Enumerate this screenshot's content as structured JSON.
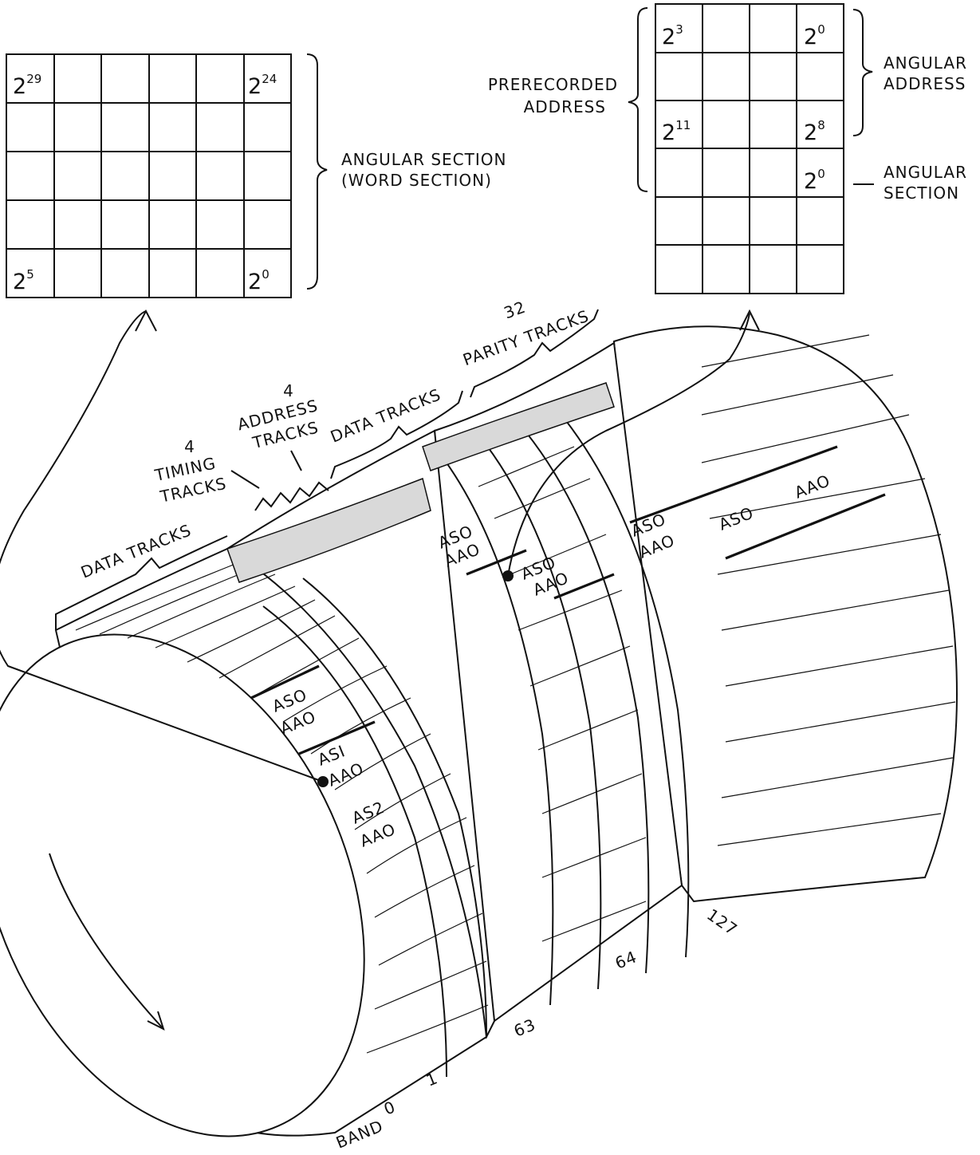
{
  "word_grid": {
    "cells": {
      "top_left_base": "2",
      "top_left_exp": "29",
      "top_right_base": "2",
      "top_right_exp": "24",
      "bottom_left_base": "2",
      "bottom_left_exp": "5",
      "bottom_right_base": "2",
      "bottom_right_exp": "0"
    },
    "label_line1": "ANGULAR SECTION",
    "label_line2": "(WORD SECTION)"
  },
  "address_grid": {
    "cells": {
      "r0_left_base": "2",
      "r0_left_exp": "3",
      "r0_right_base": "2",
      "r0_right_exp": "0",
      "r2_left_base": "2",
      "r2_left_exp": "11",
      "r2_right_base": "2",
      "r2_right_exp": "8",
      "r3_right_base": "2",
      "r3_right_exp": "0"
    },
    "prerecorded_line1": "PRERECORDED",
    "prerecorded_line2": "ADDRESS",
    "angular_address_line1": "ANGULAR",
    "angular_address_line2": "ADDRESS",
    "angular_section_line1": "ANGULAR",
    "angular_section_line2": "SECTION"
  },
  "drum": {
    "data_tracks_left": "DATA TRACKS",
    "timing_line1": "4",
    "timing_line2": "TIMING",
    "timing_line3": "TRACKS",
    "address_line1": "4",
    "address_line2": "ADDRESS",
    "address_line3": "TRACKS",
    "data_tracks_mid": "DATA TRACKS",
    "parity_line1": "32",
    "parity_line2": "PARITY TRACKS",
    "sections": {
      "s1_a": "ASO",
      "s1_b": "AAO",
      "s2_a": "ASI",
      "s2_b": "AAO",
      "s3_a": "AS2",
      "s3_b": "AAO",
      "s4_a": "ASO",
      "s4_b": "AAO",
      "s5_a": "ASO",
      "s5_b": "AAO",
      "s6_a": "ASO",
      "s6_b": "AAO",
      "s7_a": "ASO",
      "s7_b": "AAO"
    },
    "bands": {
      "band": "BAND",
      "b0": "0",
      "b1": "1",
      "b63": "63",
      "b64": "64",
      "b127": "127"
    }
  }
}
